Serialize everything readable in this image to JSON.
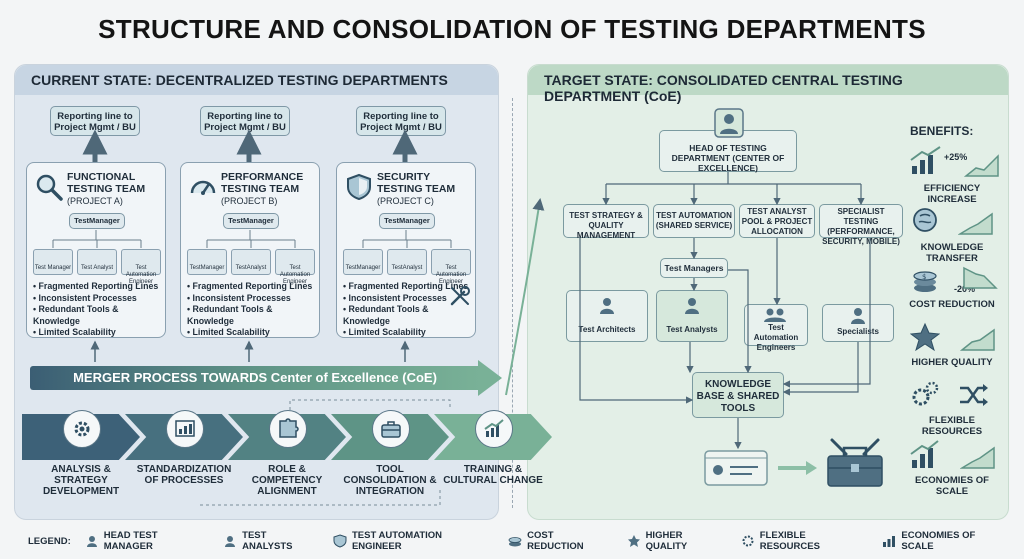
{
  "title": "STRUCTURE AND CONSOLIDATION OF TESTING DEPARTMENTS",
  "current": {
    "header": "CURRENT STATE: DECENTRALIZED TESTING DEPARTMENTS",
    "report_line": "Reporting line to Project Mgmt / BU",
    "teams": [
      {
        "title": "FUNCTIONAL TESTING TEAM",
        "project": "(PROJECT A)",
        "manager": "TestManager",
        "roles": [
          "Test Manager",
          "Test Analyst",
          "Test Automation Engineer"
        ]
      },
      {
        "title": "PERFORMANCE TESTING TEAM",
        "project": "(PROJECT B)",
        "manager": "TestManager",
        "roles": [
          "TestManager",
          "TestAnalyst",
          "Test Automation Engineer"
        ]
      },
      {
        "title": "SECURITY TESTING TEAM",
        "project": "(PROJECT C)",
        "manager": "TestManager",
        "roles": [
          "TestManager",
          "TestAnalyst",
          "Test Automation Engineer"
        ]
      }
    ],
    "issues": [
      "Fragmented Reporting Lines",
      "Inconsistent Processes",
      "Redundant Tools & Knowledge",
      "Limited Scalability"
    ],
    "merger": "MERGER PROCESS TOWARDS Center of Excellence (CoE)",
    "steps": [
      "ANALYSIS & STRATEGY DEVELOPMENT",
      "STANDARDIZATION OF PROCESSES",
      "ROLE & COMPETENCY ALIGNMENT",
      "TOOL CONSOLIDATION & INTEGRATION",
      "TRAINING & CULTURAL CHANGE"
    ]
  },
  "target": {
    "header": "TARGET STATE: CONSOLIDATED CENTRAL TESTING DEPARTMENT (CoE)",
    "head": "HEAD OF TESTING DEPARTMENT (CENTER OF EXCELLENCE)",
    "branches": [
      "TEST STRATEGY & QUALITY MANAGEMENT",
      "TEST AUTOMATION (SHARED SERVICE)",
      "TEST ANALYST POOL & PROJECT ALLOCATION",
      "SPECIALIST TESTING (PERFORMANCE, SECURITY, MOBILE)"
    ],
    "test_managers": "Test Managers",
    "roles": [
      "Test Architects",
      "Test Analysts",
      "Test Automation Engineers",
      "Specialists"
    ],
    "knowledge": "KNOWLEDGE BASE & SHARED TOOLS"
  },
  "benefits": {
    "title": "BENEFITS:",
    "items": [
      {
        "label": "EFFICIENCY INCREASE",
        "stat": "+25%"
      },
      {
        "label": "KNOWLEDGE TRANSFER",
        "stat": ""
      },
      {
        "label": "COST REDUCTION",
        "stat": "-20%"
      },
      {
        "label": "HIGHER QUALITY",
        "stat": ""
      },
      {
        "label": "FLEXIBLE RESOURCES",
        "stat": ""
      },
      {
        "label": "ECONOMIES OF SCALE",
        "stat": ""
      }
    ]
  },
  "legend": {
    "title": "LEGEND:",
    "items": [
      "HEAD TEST MANAGER",
      "TEST ANALYSTS",
      "TEST AUTOMATION ENGINEER",
      "COST REDUCTION",
      "HIGHER QUALITY",
      "FLEXIBLE RESOURCES",
      "ECONOMIES OF SCALE"
    ]
  },
  "colors": {
    "accent_teal": "#5f9486",
    "navy": "#3b5e74",
    "panel_left": "#dfe7ef",
    "panel_right": "#e3efe7"
  },
  "icons": [
    "magnifier-icon",
    "speedometer-icon",
    "shield-icon",
    "wrench-icon",
    "gears-icon",
    "chart-icon",
    "puzzle-icon",
    "toolbox-icon",
    "growth-icon",
    "person-icon",
    "brain-icon",
    "coins-icon",
    "star-icon",
    "shuffle-icon",
    "id-card-icon"
  ]
}
